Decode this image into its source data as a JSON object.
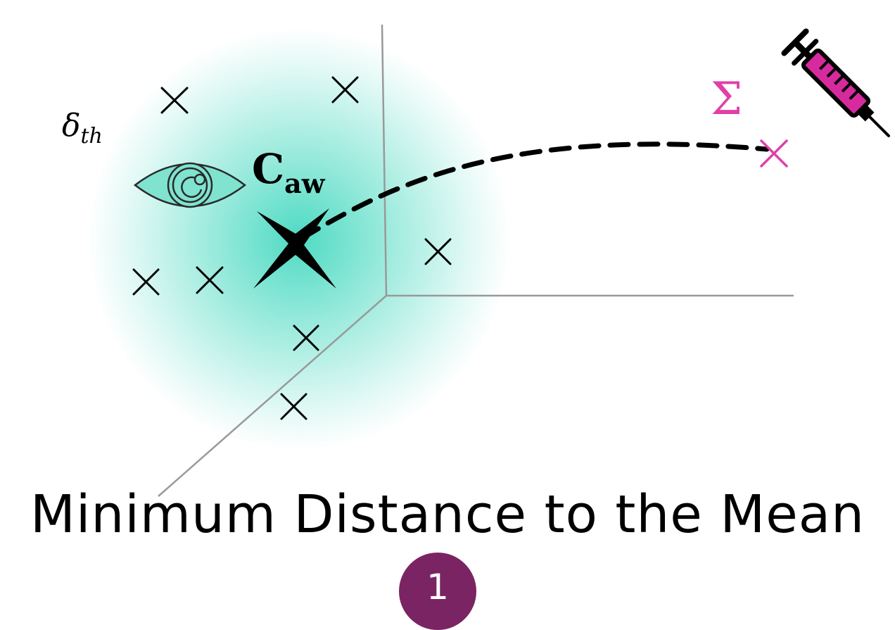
{
  "labels": {
    "threshold": {
      "main": "δ",
      "sub": "th"
    },
    "centroid": {
      "main": "C",
      "sub": "aw"
    },
    "injection": "Σ"
  },
  "title": "Minimum Distance to the Mean",
  "step_badge": "1",
  "colors": {
    "cloud": "#2fd4b8",
    "eye_fill": "#7fe3cf",
    "eye_stroke": "#2a2a2a",
    "injection": "#e040a8",
    "syringe": "#d62a9e",
    "axis": "#999999",
    "badge": "#7a2463"
  },
  "icons": [
    "eye-icon",
    "syringe-icon",
    "cross-marker"
  ]
}
